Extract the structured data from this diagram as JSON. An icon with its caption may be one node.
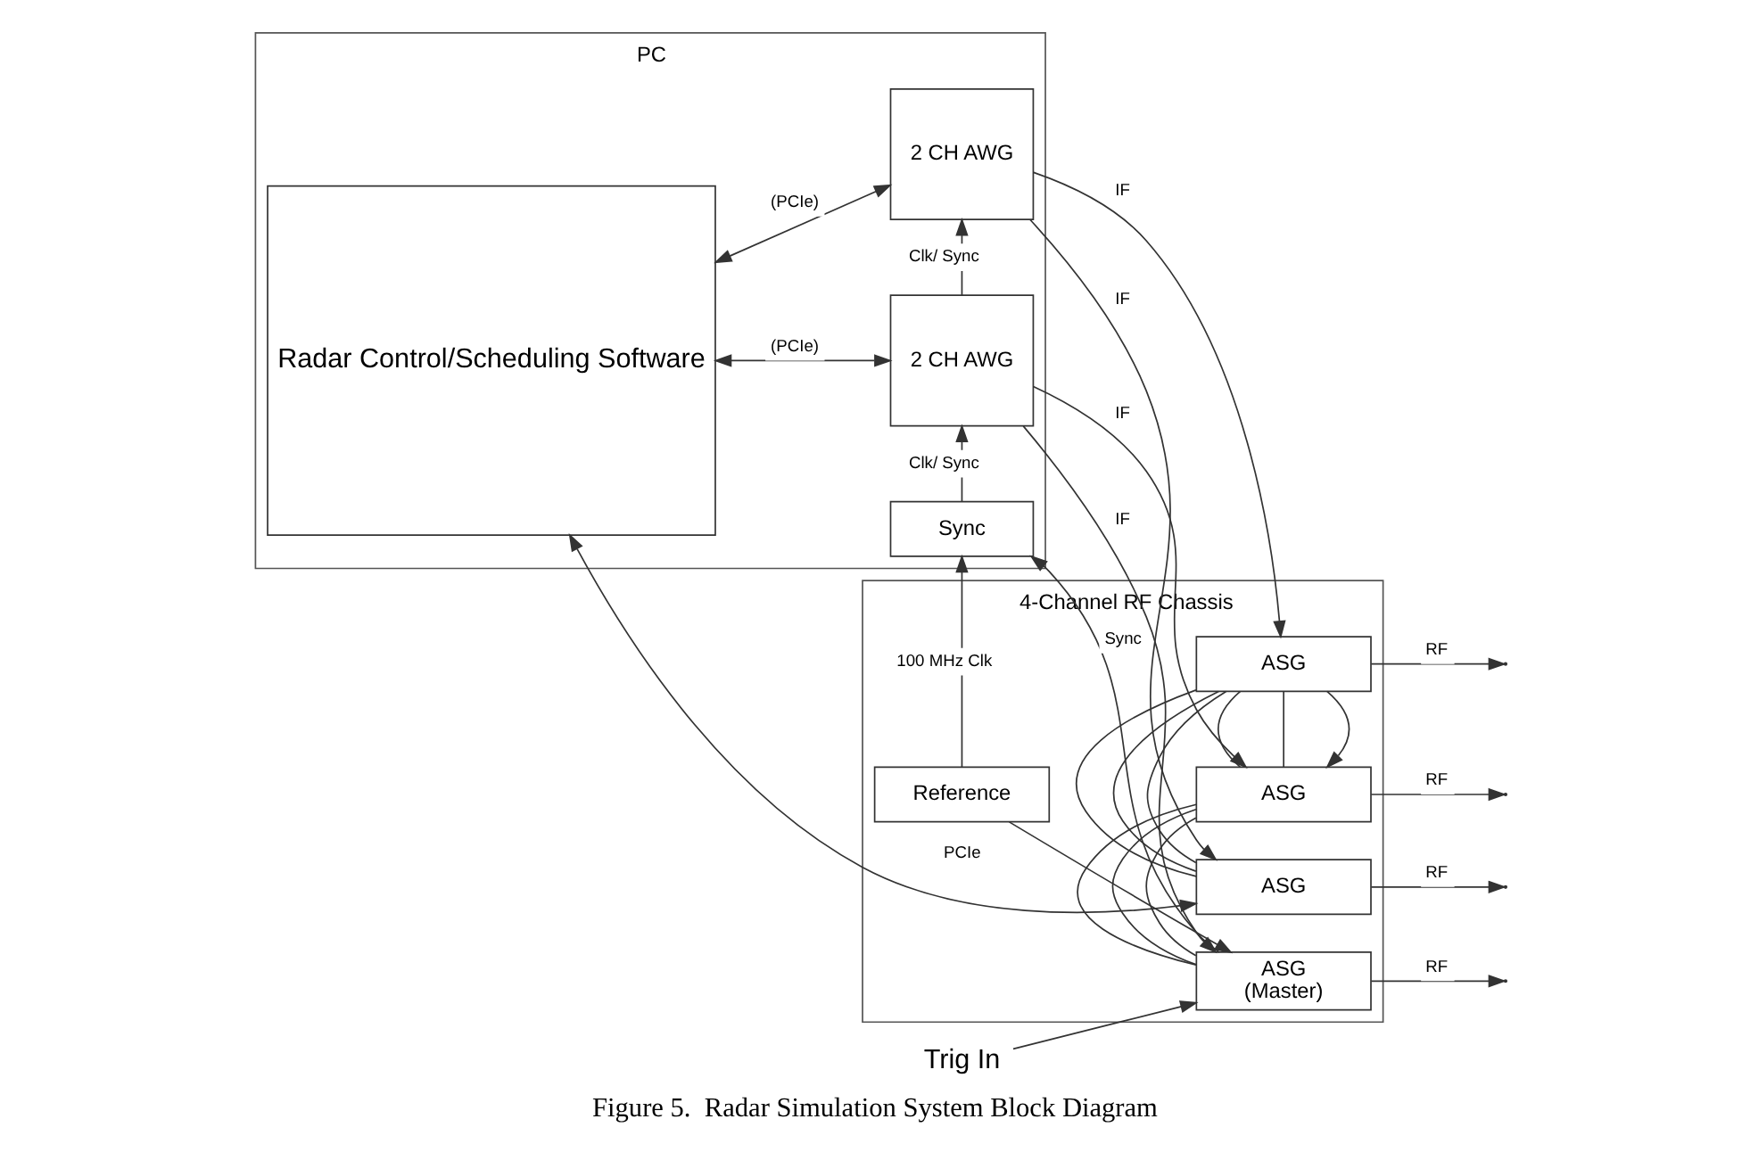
{
  "diagram": {
    "caption": "Figure 5.  Radar Simulation System Block Diagram",
    "nodes": [
      {
        "text": [
          "PC"
        ]
      },
      {
        "text": [
          "Radar Control/Scheduling Software"
        ],
        "in": 0
      },
      {
        "text": [
          "2 CH AWG"
        ],
        "in": 0
      },
      {
        "text": [
          "2 CH AWG"
        ],
        "in": 0
      },
      {
        "text": [
          "Sync"
        ],
        "in": 0
      },
      {
        "text": [
          "4-Channel RF Chassis"
        ]
      },
      {
        "text": [
          "ASG"
        ],
        "in": 5
      },
      {
        "text": [
          "ASG"
        ],
        "in": 5
      },
      {
        "text": [
          "ASG"
        ],
        "in": 5
      },
      {
        "text": [
          "ASG",
          "(Master)"
        ],
        "in": 5
      },
      {
        "text": [
          "Reference"
        ],
        "in": 5
      },
      {
        "text": [
          "Trig In"
        ]
      }
    ],
    "edges": [
      {
        "from": 1,
        "to": 6,
        "arrow": "both",
        "label": "PCIe"
      },
      {
        "from": 1,
        "to": 2,
        "arrow": "both",
        "label": "(PCIe)"
      },
      {
        "from": 1,
        "to": 3,
        "arrow": "both",
        "label": "(PCIe)"
      },
      {
        "from": 2,
        "to": 6,
        "arrow": "to",
        "label": "IF"
      },
      {
        "from": 2,
        "to": 7,
        "arrow": "to",
        "label": "IF"
      },
      {
        "from": 3,
        "to": 8,
        "arrow": "to",
        "label": "IF"
      },
      {
        "from": 3,
        "to": 9,
        "arrow": "to",
        "label": "IF"
      },
      {
        "from": 3,
        "to": 2,
        "arrow": "to",
        "label": "Clk/ Sync"
      },
      {
        "from": 4,
        "to": 3,
        "arrow": "to",
        "label": "Clk/ Sync"
      },
      {
        "from": 6,
        "to": null,
        "arrow": "to",
        "label": "RF"
      },
      {
        "from": 7,
        "to": null,
        "arrow": "to",
        "label": "RF"
      },
      {
        "from": 8,
        "to": null,
        "arrow": "to",
        "label": "RF"
      },
      {
        "from": 9,
        "to": null,
        "arrow": "to",
        "label": "RF"
      },
      {
        "from": 11,
        "to": 9,
        "arrow": "to"
      },
      {
        "from": 6,
        "to": 7,
        "arrow": "none"
      },
      {
        "from": 6,
        "to": 7,
        "arrow": "none"
      },
      {
        "from": 6,
        "to": 7,
        "arrow": "none"
      },
      {
        "from": 7,
        "to": 8,
        "arrow": "to"
      },
      {
        "from": 7,
        "to": 8,
        "arrow": "none"
      },
      {
        "from": 7,
        "to": 8,
        "arrow": "none"
      },
      {
        "from": 8,
        "to": 9,
        "arrow": "none"
      },
      {
        "from": 8,
        "to": 9,
        "arrow": "none"
      },
      {
        "from": 8,
        "to": 9,
        "arrow": "none"
      },
      {
        "from": 9,
        "to": 4,
        "arrow": "to",
        "label": "Sync"
      },
      {
        "from": 10,
        "to": 4,
        "arrow": "to",
        "label": "100 MHz Clk"
      },
      {
        "from": 10,
        "to": 9,
        "arrow": "to"
      }
    ]
  }
}
